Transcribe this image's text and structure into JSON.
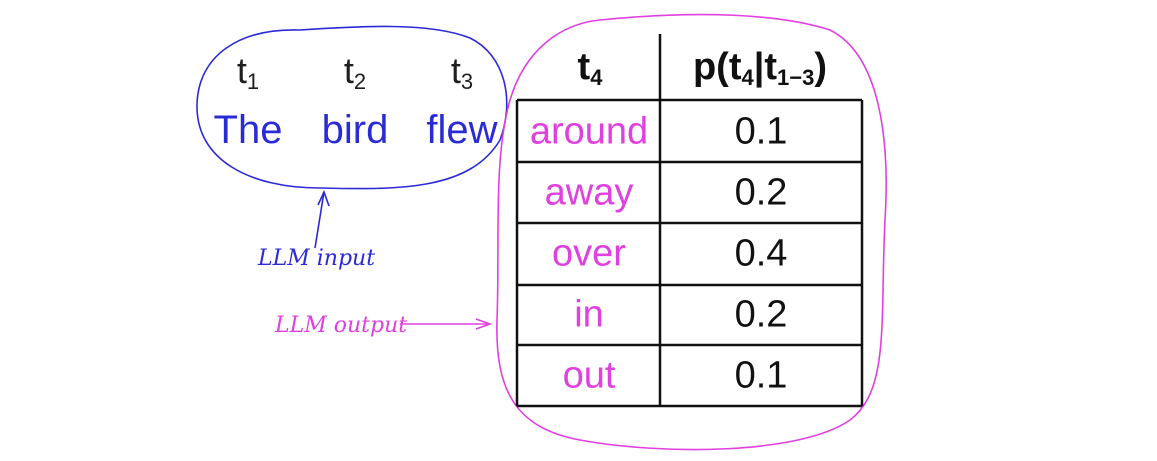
{
  "colors": {
    "input": "#2b2bd6",
    "output": "#e040e0",
    "table_line": "#111111"
  },
  "input": {
    "tokens": [
      {
        "label": "t",
        "sub": "1",
        "word": "The"
      },
      {
        "label": "t",
        "sub": "2",
        "word": "bird"
      },
      {
        "label": "t",
        "sub": "3",
        "word": "flew"
      }
    ],
    "annotation": "LLM input"
  },
  "table": {
    "header_token": {
      "label": "t",
      "sub": "4"
    },
    "header_prob": {
      "prefix": "p(t",
      "sub1": "4",
      "mid": "|t",
      "sub2": "1−3",
      "suffix": ")"
    },
    "rows": [
      {
        "word": "around",
        "prob": "0.1"
      },
      {
        "word": "away",
        "prob": "0.2"
      },
      {
        "word": "over",
        "prob": "0.4"
      },
      {
        "word": "in",
        "prob": "0.2"
      },
      {
        "word": "out",
        "prob": "0.1"
      }
    ]
  },
  "output": {
    "annotation": "LLM output"
  }
}
